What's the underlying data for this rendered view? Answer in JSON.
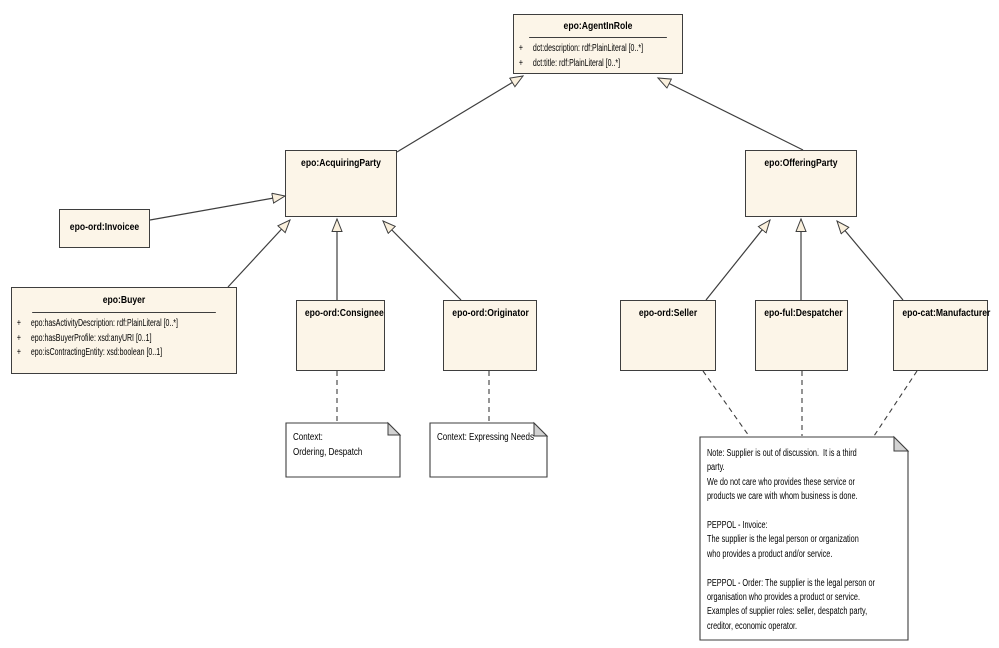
{
  "colors": {
    "page_bg": "#ffffff",
    "class_fill": "#fcf5e8",
    "class_border": "#3e3e3e",
    "line": "#3e3e3e",
    "arrow_fill": "#faf0dd",
    "note_fill": "#ffffff",
    "fold_fill": "#d2d2d2",
    "text": "#000000"
  },
  "classes": {
    "agentInRole": {
      "name": "epo:AgentInRole",
      "attributes": [
        {
          "vis": "+",
          "text": "dct:description: rdf:PlainLiteral [0..*]"
        },
        {
          "vis": "+",
          "text": "dct:title: rdf:PlainLiteral [0..*]"
        }
      ]
    },
    "acquiringParty": {
      "name": "epo:AcquiringParty"
    },
    "invoicee": {
      "name": "epo-ord:Invoicee"
    },
    "buyer": {
      "name": "epo:Buyer",
      "attributes": [
        {
          "vis": "+",
          "text": "epo:hasActivityDescription: rdf:PlainLiteral [0..*]"
        },
        {
          "vis": "+",
          "text": "epo:hasBuyerProfile: xsd:anyURI [0..1]"
        },
        {
          "vis": "+",
          "text": "epo:isContractingEntity: xsd:boolean [0..1]"
        }
      ]
    },
    "consignee": {
      "name": "epo-ord:Consignee"
    },
    "originator": {
      "name": "epo-ord:Originator"
    },
    "offeringParty": {
      "name": "epo:OfferingParty"
    },
    "seller": {
      "name": "epo-ord:Seller"
    },
    "despatcher": {
      "name": "epo-ful:Despatcher"
    },
    "manufacturer": {
      "name": "epo-cat:Manufacturer"
    }
  },
  "notes": {
    "ordering": {
      "text": "Context:\nOrdering, Despatch"
    },
    "expressing": {
      "text": "Context: Expressing Needs"
    },
    "supplier": {
      "text": "Note: Supplier is out of discussion.  It is a third\nparty.\nWe do not care who provides these service or\nproducts we care with whom business is done.\n\nPEPPOL - Invoice:\nThe supplier is the legal person or organization\nwho provides a product and/or service.\n\nPEPPOL - Order: The supplier is the legal person or\norganisation who provides a product or service.\nExamples of supplier roles: seller, despatch party,\ncreditor, economic operator."
    }
  }
}
